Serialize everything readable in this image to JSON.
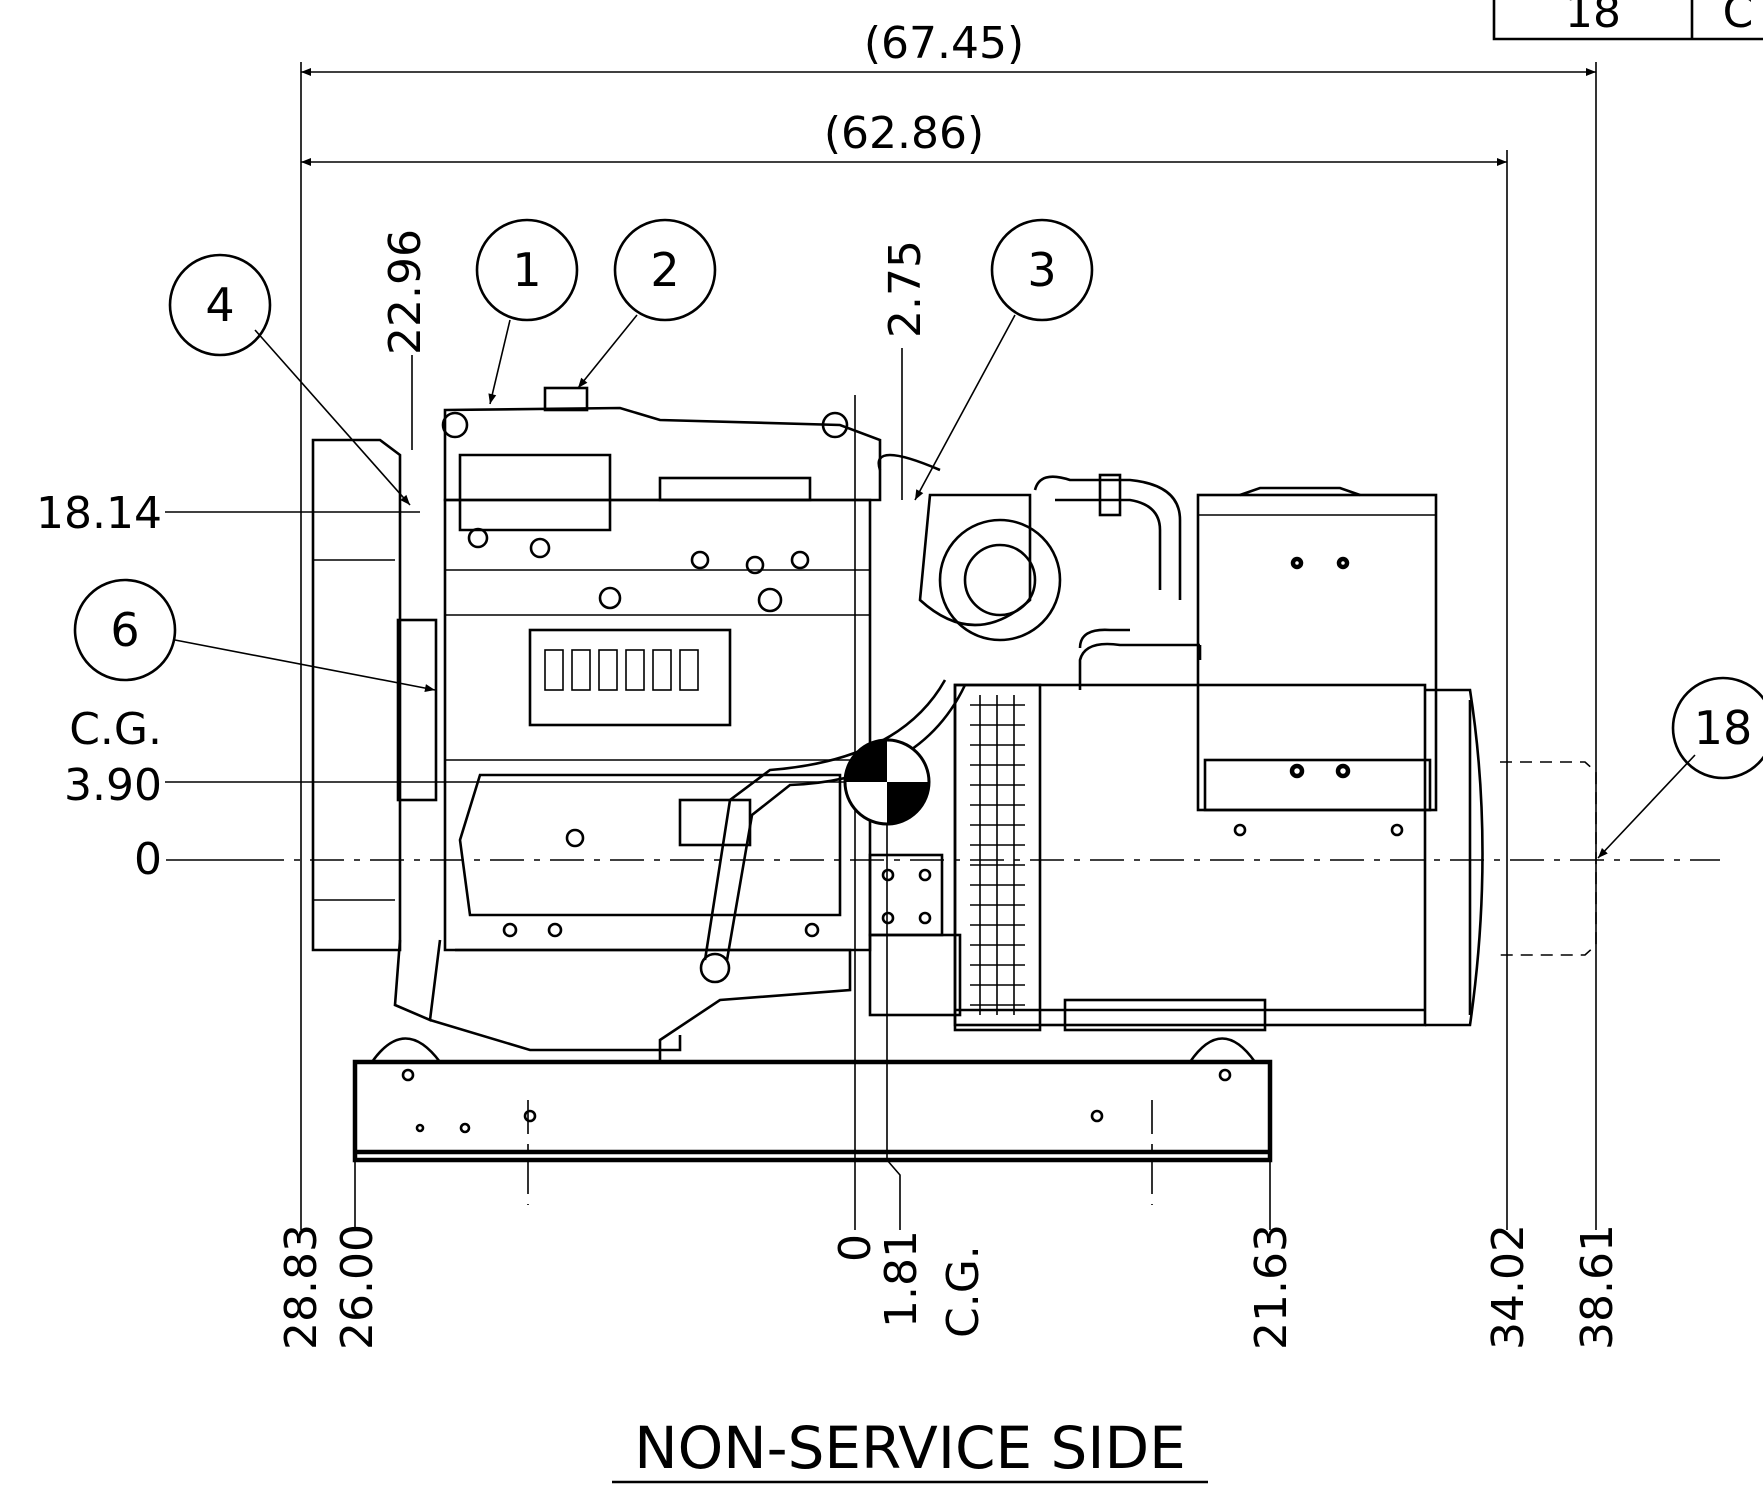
{
  "title_block": {
    "sheet_label": "18",
    "partial_label": "C"
  },
  "overall_dimensions": {
    "overall_length": "(67.45)",
    "frame_length": "(62.86)"
  },
  "left_vertical_dimensions": {
    "d_18_14": "18.14",
    "cg_label": "C.G.",
    "cg_value": "3.90",
    "zero": "0"
  },
  "top_rotated_dimensions": {
    "d_22_96": "22.96",
    "d_2_75": "2.75"
  },
  "bottom_horizontal_dimensions": {
    "d_28_83": "28.83",
    "d_26_00": "26.00",
    "zero": "0",
    "d_1_81": "1.81",
    "cg_label": "C.G.",
    "d_21_63": "21.63",
    "d_34_02": "34.02",
    "d_38_61": "38.61"
  },
  "balloons": [
    "1",
    "2",
    "3",
    "4",
    "6",
    "18"
  ],
  "view_title": "NON-SERVICE SIDE"
}
